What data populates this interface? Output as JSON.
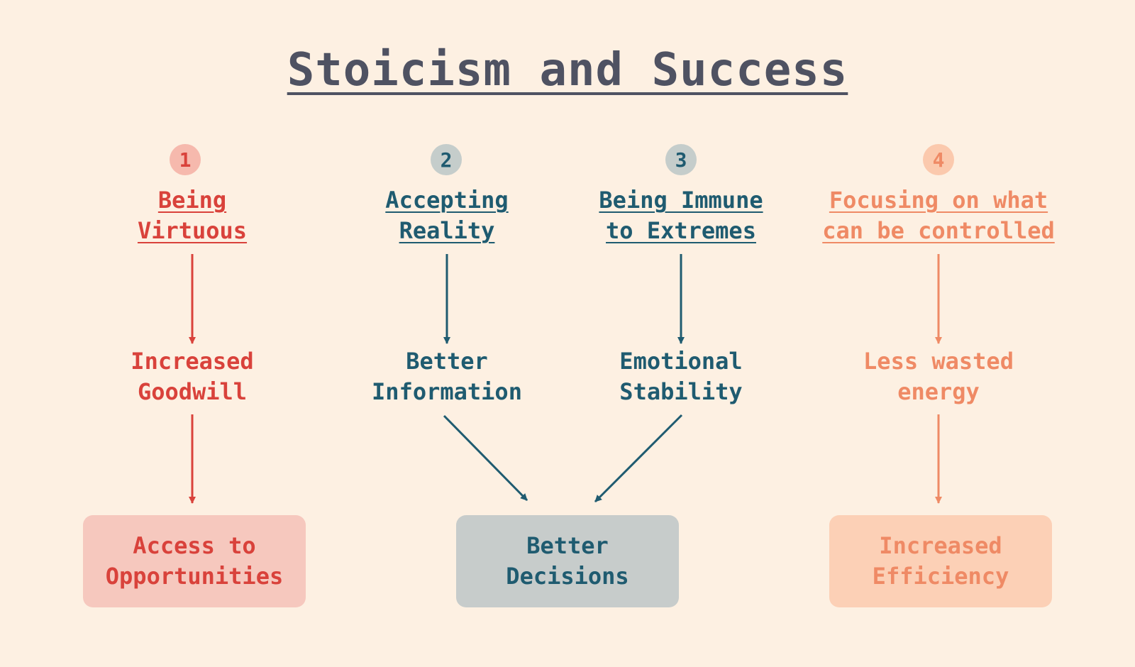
{
  "title": "Stoicism and Success",
  "colors": {
    "background": "#fdf0e2",
    "title": "#4f5262",
    "red": "#d9423b",
    "teal": "#1f5b70",
    "orange": "#ef8a65",
    "red_badge": "#f6b9ad",
    "teal_badge": "#c5cdcb",
    "orange_badge": "#fbc9ad",
    "red_box": "#f6c8be",
    "teal_box": "#c7cccb",
    "orange_box": "#fcd0b6"
  },
  "columns": [
    {
      "number": "1",
      "heading": "Being\nVirtuous",
      "effect": "Increased\nGoodwill"
    },
    {
      "number": "2",
      "heading": "Accepting\nReality",
      "effect": "Better\nInformation"
    },
    {
      "number": "3",
      "heading": "Being Immune\nto Extremes",
      "effect": "Emotional\nStability"
    },
    {
      "number": "4",
      "heading": "Focusing on what\ncan be controlled",
      "effect": "Less wasted\nenergy"
    }
  ],
  "outcomes": [
    {
      "label": "Access to\nOpportunities"
    },
    {
      "label": "Better\nDecisions"
    },
    {
      "label": "Increased\nEfficiency"
    }
  ]
}
